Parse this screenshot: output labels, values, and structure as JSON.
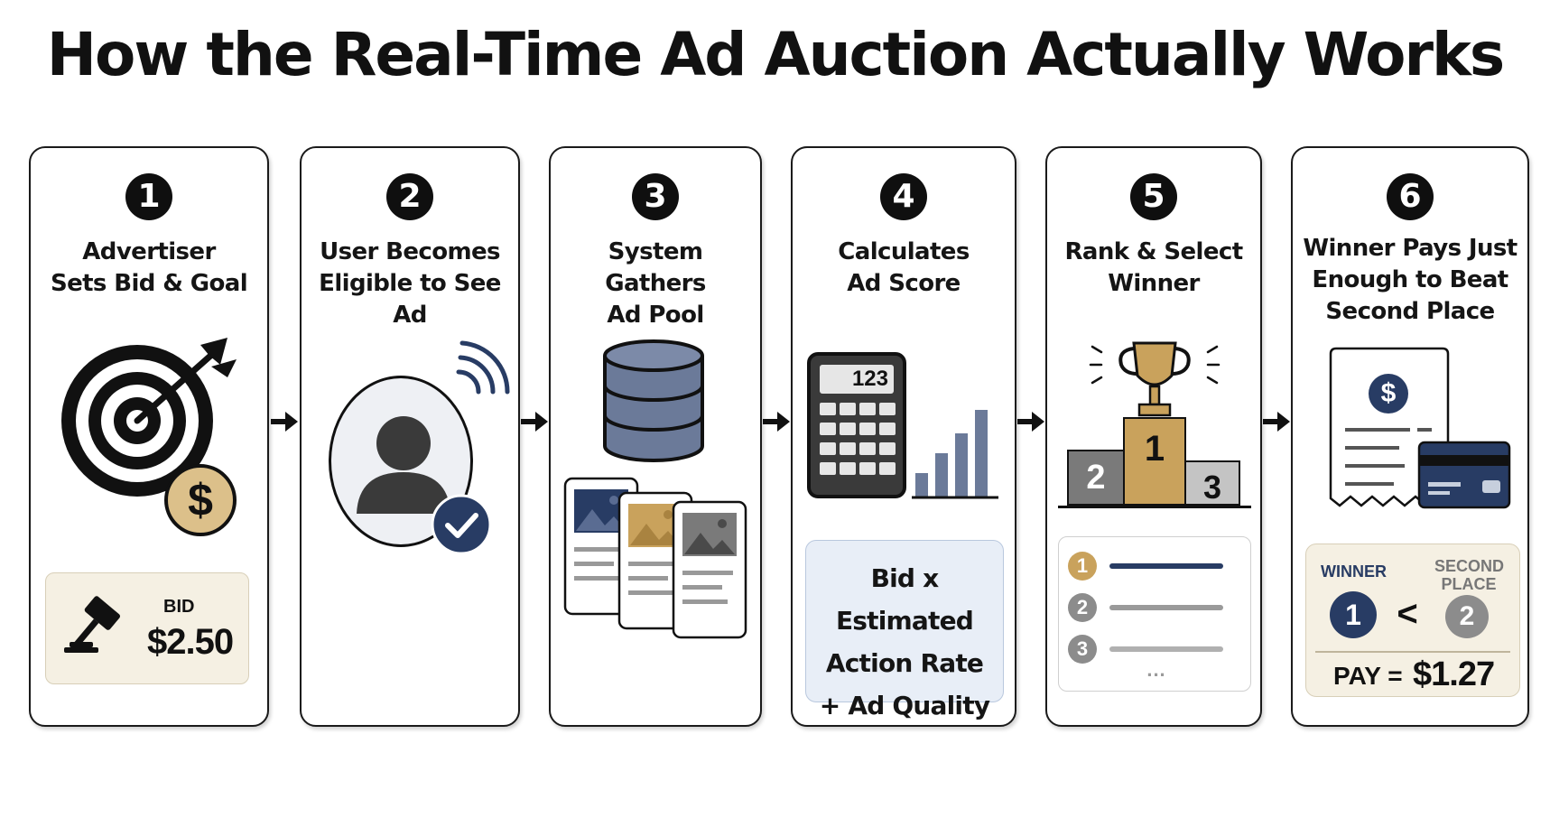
{
  "title": "How the Real-Time Ad Auction Actually Works",
  "steps": [
    {
      "number": "1",
      "title_lines": [
        "Advertiser",
        "Sets Bid & Goal"
      ],
      "bid_label": "BID",
      "bid_value": "$2.50",
      "coin_symbol": "$"
    },
    {
      "number": "2",
      "title_lines": [
        "User Becomes",
        "Eligible to See Ad"
      ]
    },
    {
      "number": "3",
      "title_lines": [
        "System Gathers",
        "Ad Pool"
      ]
    },
    {
      "number": "4",
      "title_lines": [
        "Calculates",
        "Ad Score"
      ],
      "calculator_display": "123",
      "formula_lines": [
        "Bid x Estimated",
        "Action Rate",
        "+ Ad Quality"
      ]
    },
    {
      "number": "5",
      "title_lines": [
        "Rank & Select",
        "Winner"
      ],
      "podium": [
        "1",
        "2",
        "3"
      ],
      "ranks": [
        "1",
        "2",
        "3"
      ],
      "more": "..."
    },
    {
      "number": "6",
      "title_lines": [
        "Winner Pays Just",
        "Enough to Beat",
        "Second Place"
      ],
      "receipt_symbol": "$",
      "winner_label": "WINNER",
      "second_label_lines": [
        "SECOND",
        "PLACE"
      ],
      "winner_rank": "1",
      "comparator": "<",
      "second_rank": "2",
      "pay_label": "PAY =",
      "pay_value": "$1.27"
    }
  ],
  "colors": {
    "navy": "#283c64",
    "gold": "#c9a25c",
    "gold_light": "#dcc08a",
    "cream": "#f5f0e3",
    "gray": "#8c8c8c",
    "dark": "#111111",
    "light_blue": "#e8eef7"
  }
}
